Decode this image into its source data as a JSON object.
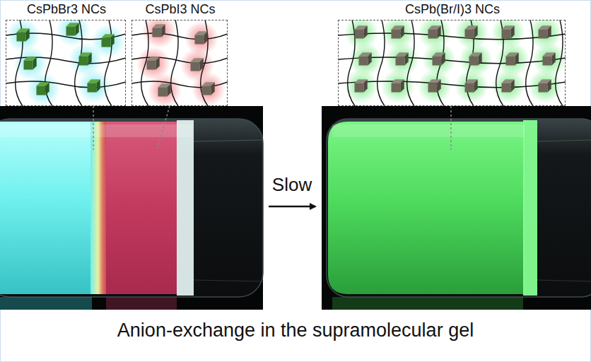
{
  "diagram": {
    "caption": "Anion-exchange in the supramolecular gel",
    "nodes": [
      {
        "text": [
          "CsPbBr3 NCs"
        ]
      },
      {
        "text": [
          "CsPbI3 NCs"
        ]
      },
      {
        "text": [
          "CsPb(Br/I)3 NCs"
        ]
      }
    ],
    "labels": [
      "Slow"
    ]
  }
}
